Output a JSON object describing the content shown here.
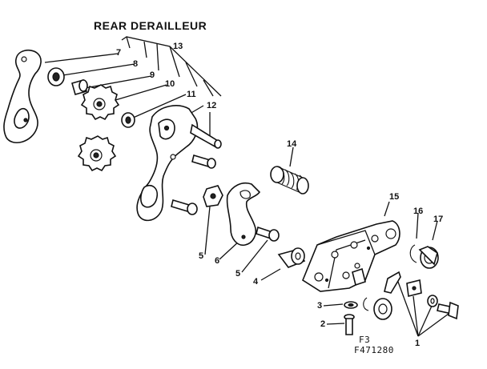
{
  "diagram": {
    "title": "REAR DERAILLEUR",
    "figure_code": "F3",
    "part_number": "F471280",
    "callouts": [
      "1",
      "2",
      "3",
      "4",
      "5",
      "6",
      "7",
      "8",
      "9",
      "10",
      "11",
      "12",
      "13",
      "14",
      "15",
      "16",
      "17"
    ],
    "callout_5_second": "5"
  }
}
